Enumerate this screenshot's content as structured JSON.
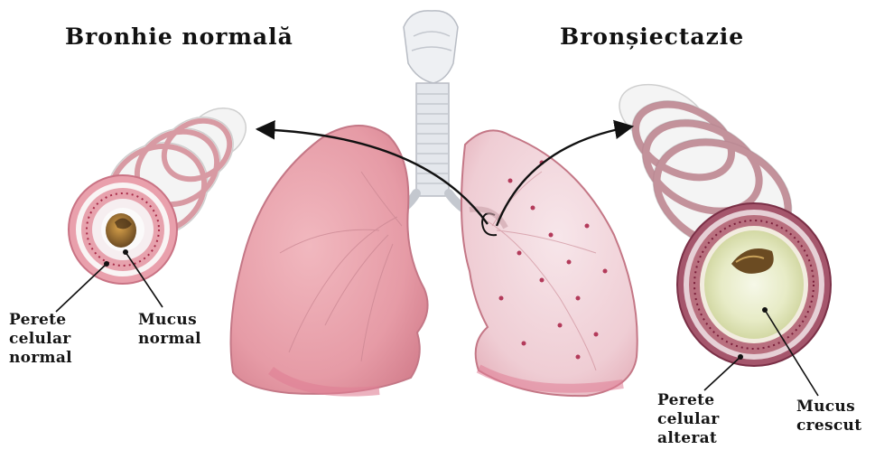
{
  "titles": {
    "left": "Bronhie normală",
    "right": "Bronșiectazie"
  },
  "labels": {
    "normal_wall": "Perete\ncelular\nnormal",
    "normal_mucus": "Mucus\nnormal",
    "altered_wall": "Perete\ncelular\nalterat",
    "increased_mucus": "Mucus\ncrescut"
  },
  "colors": {
    "lung_fill": "#e9a3ad",
    "lung_dark": "#c9707f",
    "trachea": "#e6e9ee",
    "bronchus_ring": "#d98a96",
    "mucus_normal": "#b5863a",
    "mucus_increased": "#e8eccd"
  }
}
